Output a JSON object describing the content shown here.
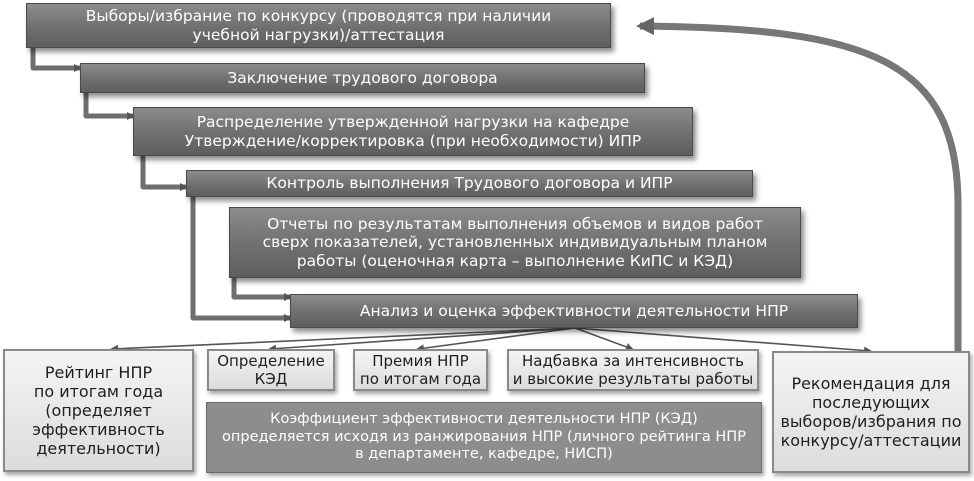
{
  "colors": {
    "dark_box": "#6f6f6f",
    "light_box": "#e6e6e6",
    "mid_box": "#8d8d8d",
    "connector": "#6e6e6e"
  },
  "steps": [
    "Выборы/избрание по конкурсу (проводятся при наличии\nучебной нагрузки)/аттестация",
    "Заключение трудового договора",
    "Распределение утвержденной нагрузки на кафедре\nУтверждение/корректировка (при необходимости) ИПР",
    "Контроль выполнения Трудового договора и ИПР",
    "Отчеты по результатам выполнения объемов и видов работ\nсверх показателей, установленных индивидуальным планом\nработы (оценочная карта – выполнение КиПС и КЭД)",
    "Анализ и оценка эффективности деятельности НПР"
  ],
  "outcomes": {
    "rating": "Рейтинг НПР\nпо итогам года\n(определяет\nэффективность\nдеятельности)",
    "ked": "Определение\nКЭД",
    "bonus": "Премия НПР\nпо итогам года",
    "allowance": "Надбавка за интенсивность\nи высокие результаты работы",
    "recommendation": "Рекомендация для\nпоследующих\nвыборов/избрания по\nконкурсу/аттестации"
  },
  "coefficient_note": "Коэффициент эффективности деятельности НПР (КЭД)\nопределяется исходя из ранжирования НПР (личного рейтинга НПР\nв департаменте, кафедре, НИСП)"
}
